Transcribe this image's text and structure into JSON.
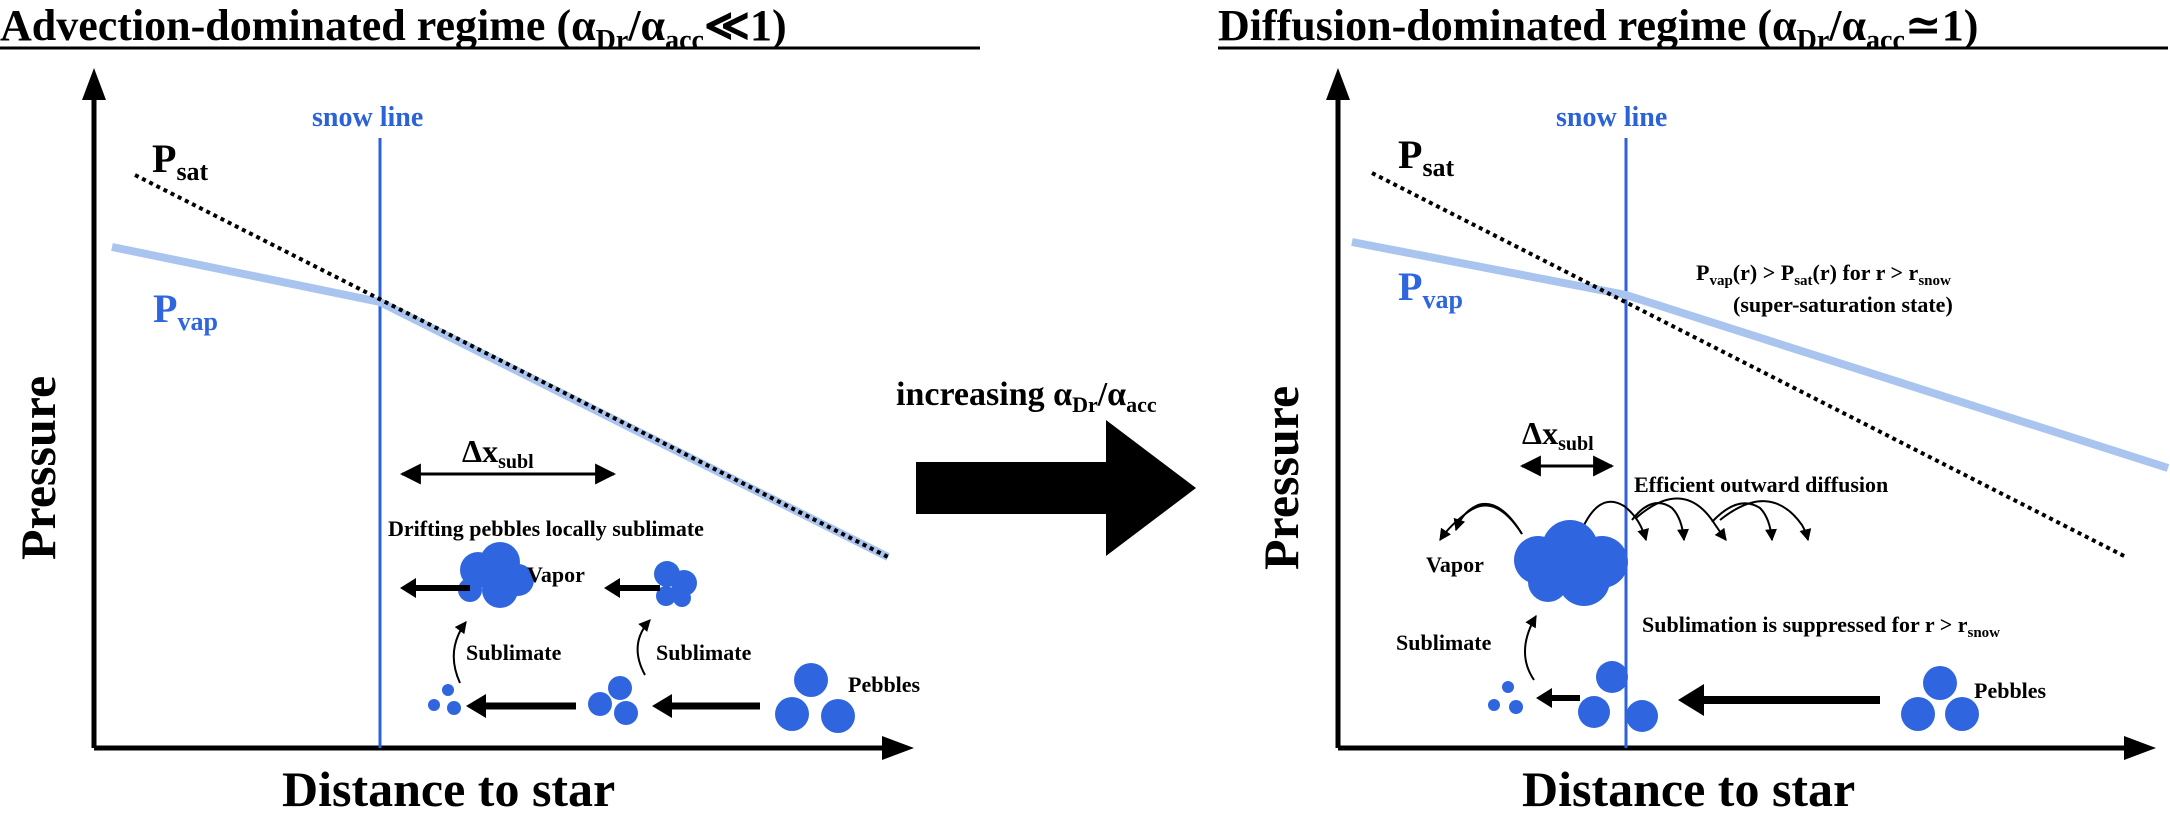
{
  "colors": {
    "ink": "#000000",
    "blue": "#2f66e0",
    "snow_line": "#2b62d8",
    "pvap": "#a9c4ee"
  },
  "left_panel": {
    "title_main": "Advection-dominated regime (α",
    "title_sub": "Dr",
    "title_mid": "/α",
    "title_sub2": "acc",
    "title_end": "≪1)",
    "y_axis_label": "Pressure",
    "x_axis_label": "Distance to star",
    "snow_line_label": "snow line",
    "psat_main": "P",
    "psat_sub": "sat",
    "pvap_main": "P",
    "pvap_sub": "vap",
    "delta_main": "Δx",
    "delta_sub": "subl",
    "drift_note": "Drifting pebbles locally sublimate",
    "vapor_label": "Vapor",
    "sublimate_label_1": "Sublimate",
    "sublimate_label_2": "Sublimate",
    "pebbles_label": "Pebbles"
  },
  "right_panel": {
    "title_main": "Diffusion-dominated regime (α",
    "title_sub": "Dr",
    "title_mid": "/α",
    "title_sub2": "acc",
    "title_end": "≃1)",
    "y_axis_label": "Pressure",
    "x_axis_label": "Distance to star",
    "snow_line_label": "snow line",
    "psat_main": "P",
    "psat_sub": "sat",
    "pvap_main": "P",
    "pvap_sub": "vap",
    "delta_main": "Δx",
    "delta_sub": "subl",
    "super_line1_a": "P",
    "super_line1_b": "vap",
    "super_line1_c": "(r) > P",
    "super_line1_d": "sat",
    "super_line1_e": "(r) for r > r",
    "super_line1_f": "snow",
    "super_line2": "(super-saturation state)",
    "diffusion_note": "Efficient outward diffusion",
    "vapor_label": "Vapor",
    "sublimate_label": "Sublimate",
    "suppressed_main": "Sublimation is suppressed for r > r",
    "suppressed_sub": "snow",
    "pebbles_label": "Pebbles"
  },
  "middle": {
    "label_main": "increasing α",
    "label_sub": "Dr",
    "label_mid": "/α",
    "label_sub2": "acc"
  }
}
